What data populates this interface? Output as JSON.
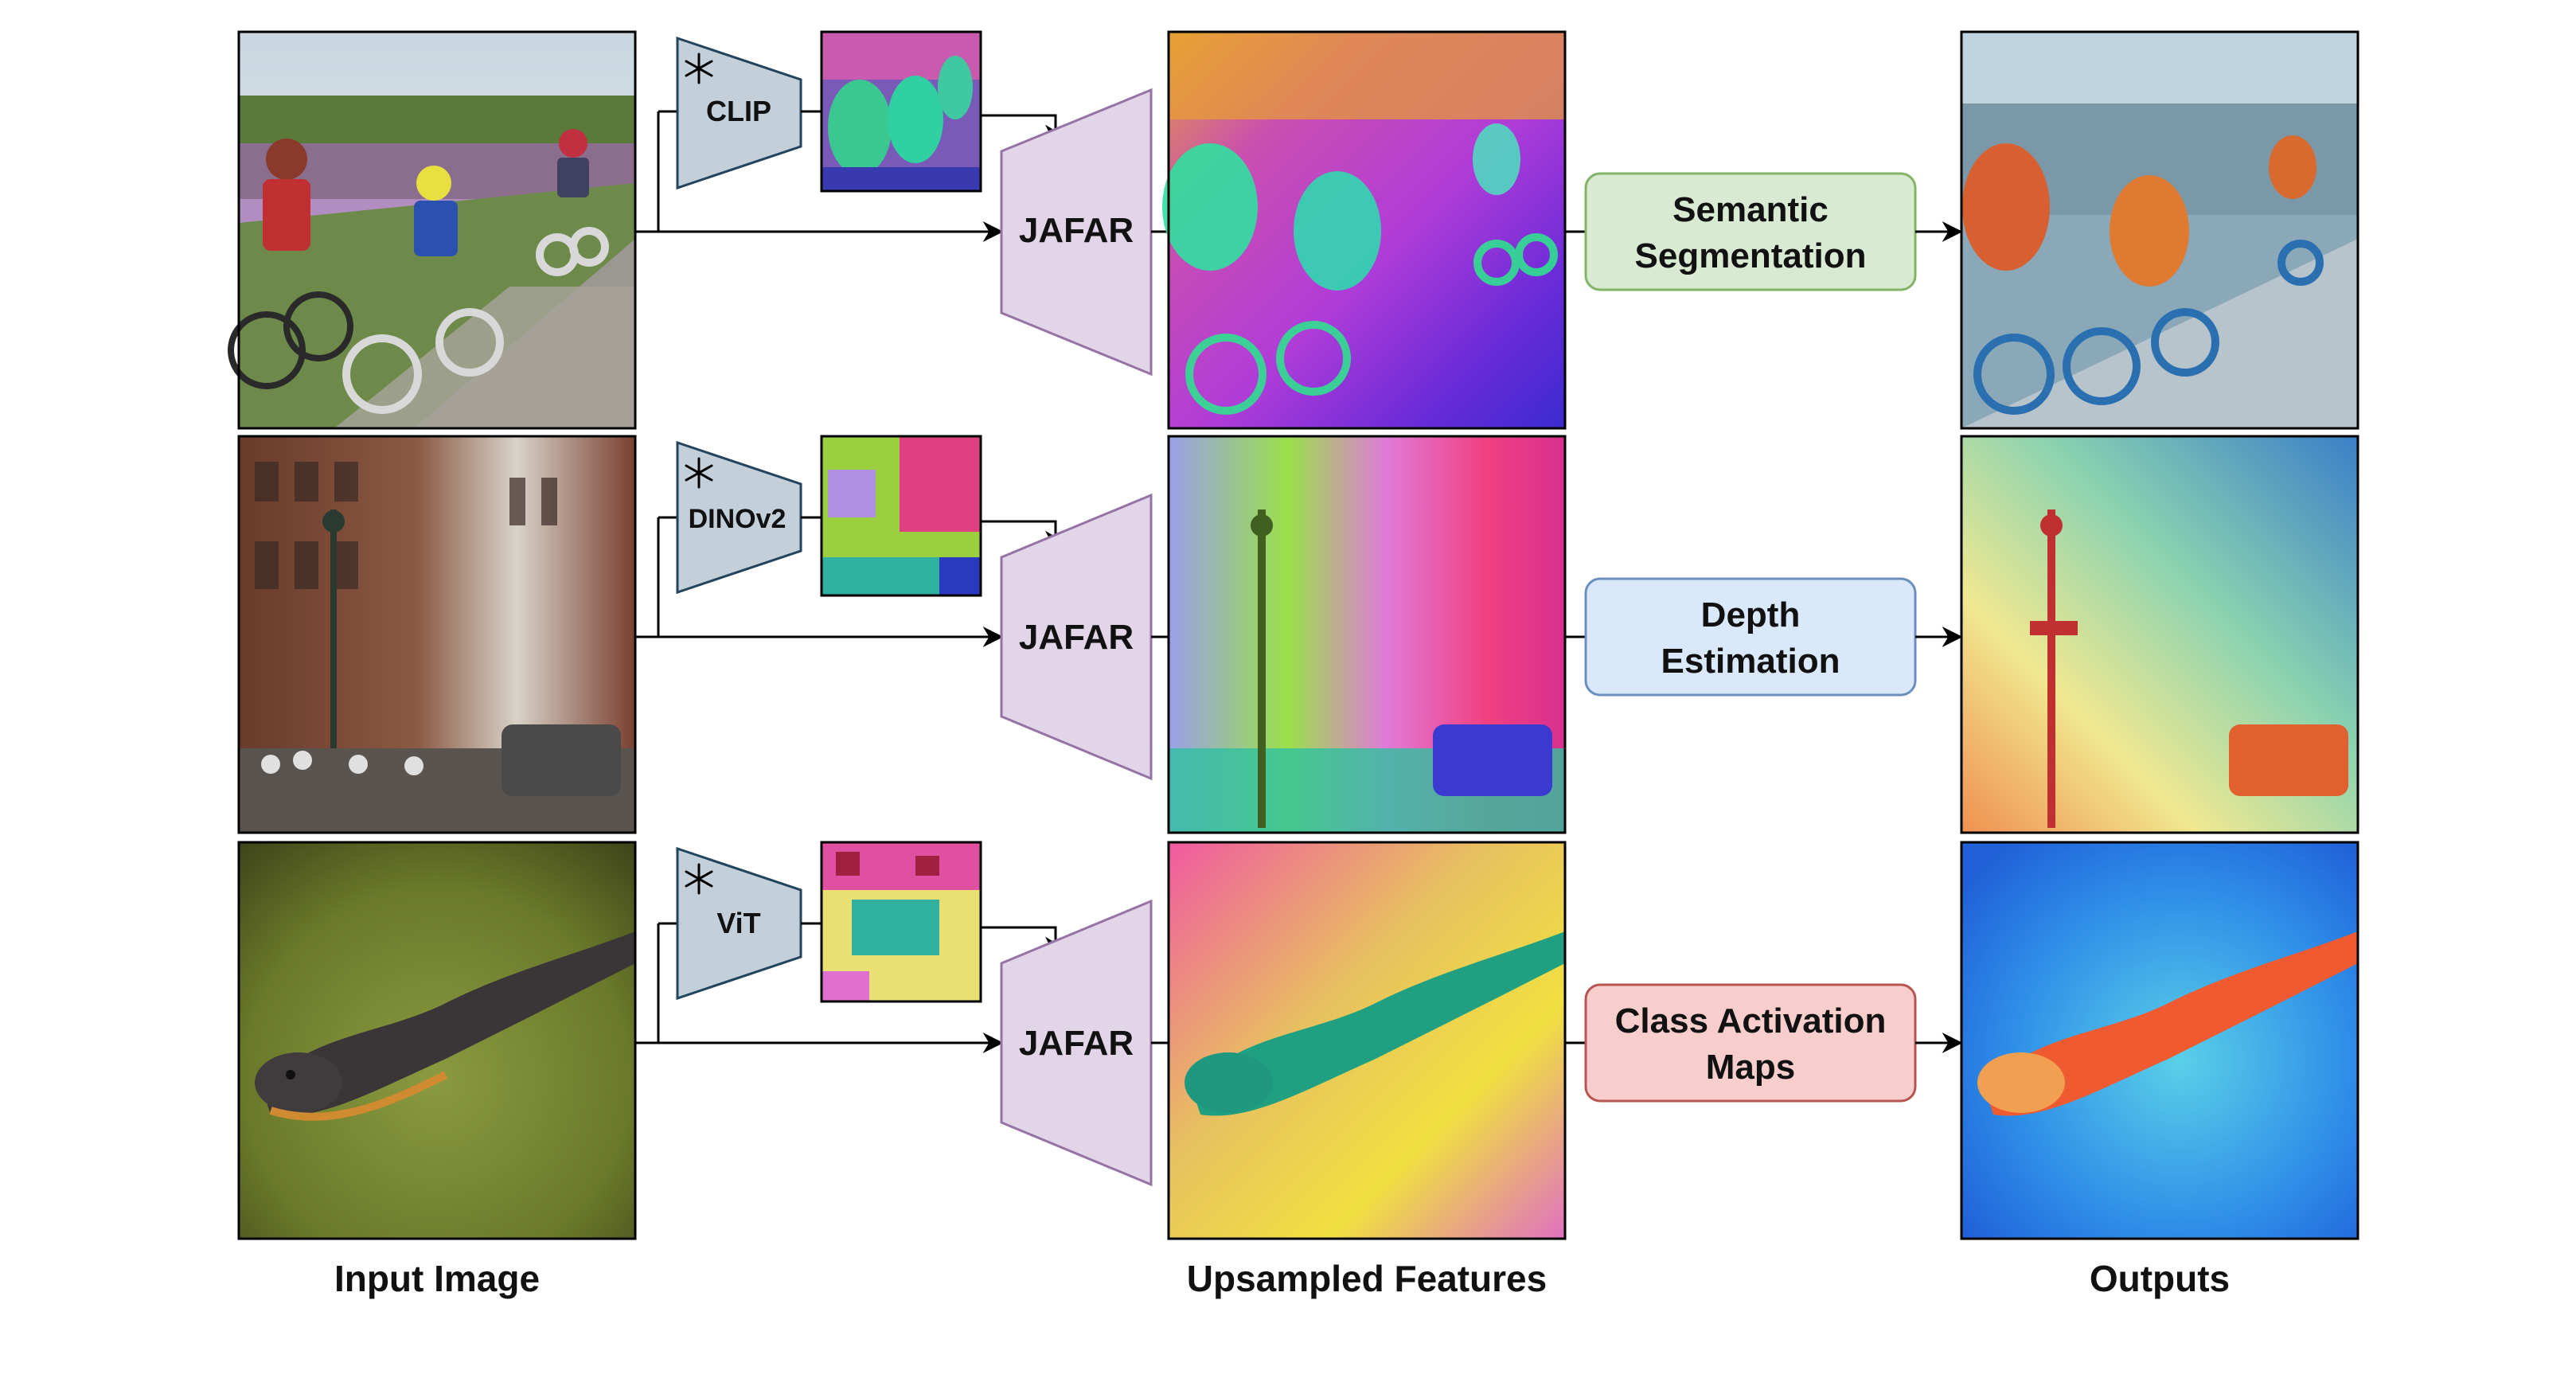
{
  "rows": [
    {
      "encoder": "CLIP",
      "upsampler": "JAFAR",
      "task_line1": "Semantic",
      "task_line2": "Segmentation",
      "task_fill": "#d9ead3",
      "task_stroke": "#82b366",
      "input_scene": "children riding bicycles on a gravel path",
      "output_kind": "segmentation mask overlay"
    },
    {
      "encoder": "DINOv2",
      "upsampler": "JAFAR",
      "task_line1": "Depth",
      "task_line2": "Estimation",
      "task_fill": "#dae8fc",
      "task_stroke": "#6c8ebf",
      "input_scene": "city street with brick buildings, lamp post and car",
      "output_kind": "depth map"
    },
    {
      "encoder": "ViT",
      "upsampler": "JAFAR",
      "task_line1": "Class Activation",
      "task_line2": "Maps",
      "task_fill": "#f8cecc",
      "task_stroke": "#b85450",
      "input_scene": "salamander on moss",
      "output_kind": "class activation heatmap"
    }
  ],
  "column_labels": {
    "input": "Input Image",
    "features": "Upsampled Features",
    "outputs": "Outputs"
  },
  "icons": {
    "frozen": "snowflake-icon"
  },
  "colors": {
    "encoder_fill": "#c3cfd9",
    "encoder_stroke": "#23445d",
    "jafar_fill": "#e1d5e7",
    "jafar_stroke": "#9673a6"
  }
}
